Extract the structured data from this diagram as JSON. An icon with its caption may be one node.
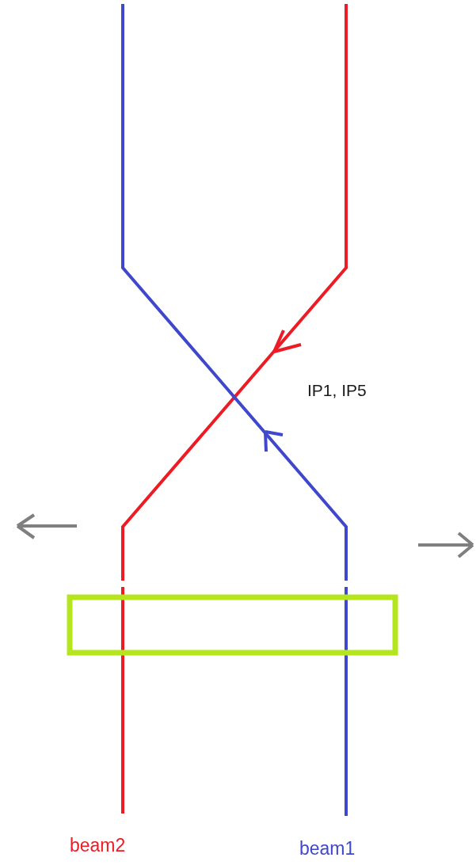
{
  "diagram": {
    "labels": [
      "IP1, IP5",
      "beam2",
      "beam1"
    ]
  }
}
